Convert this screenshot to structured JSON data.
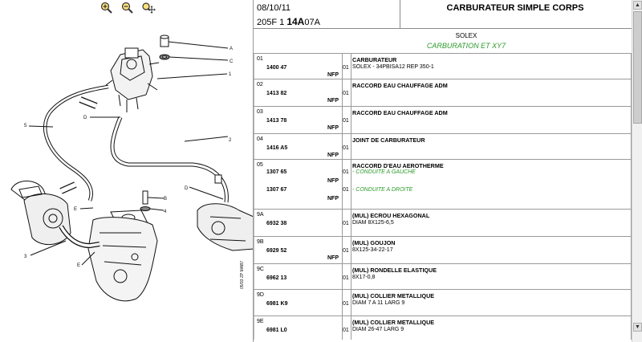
{
  "header": {
    "date": "08/10/11",
    "ref_prefix": "205F 1",
    "ref_bold": "14A",
    "ref_suffix": "07A",
    "title": "CARBURATEUR SIMPLE CORPS",
    "brand": "SOLEX",
    "subsection": "CARBURATION ET XY7"
  },
  "toolbar": {
    "zoom_in_icon": "zoom-in-icon",
    "zoom_out_icon": "zoom-out-icon",
    "pan_icon": "zoom-pan-icon"
  },
  "diagram": {
    "callouts": [
      "A",
      "C",
      "1",
      "D",
      "2",
      "B",
      "4",
      "D",
      "5",
      "E",
      "3",
      "E"
    ],
    "stamp": "05/93 ZP MAB7"
  },
  "rows": [
    {
      "num": "01",
      "ref": "1400 47",
      "nfp": "NFP",
      "qty": "01",
      "title": "CARBURATEUR",
      "sub": "SOLEX - 34PBISA12 REP 350-1",
      "variants": []
    },
    {
      "num": "02",
      "ref": "1413 82",
      "nfp": "NFP",
      "qty": "01",
      "title": "RACCORD EAU CHAUFFAGE ADM",
      "sub": "",
      "variants": []
    },
    {
      "num": "03",
      "ref": "1413 78",
      "nfp": "NFP",
      "qty": "01",
      "title": "RACCORD EAU CHAUFFAGE ADM",
      "sub": "",
      "variants": []
    },
    {
      "num": "04",
      "ref": "1416 A5",
      "nfp": "NFP",
      "qty": "01",
      "title": "JOINT DE CARBURATEUR",
      "sub": "",
      "variants": []
    },
    {
      "num": "05",
      "ref": "",
      "nfp": "",
      "qty": "",
      "title": "RACCORD D'EAU AEROTHERME",
      "sub": "",
      "variants": [
        {
          "ref": "1307 65",
          "nfp": "NFP",
          "qty": "01",
          "label": "- CONDUITE A GAUCHE"
        },
        {
          "ref": "1307 67",
          "nfp": "NFP",
          "qty": "01",
          "label": "- CONDUITE A DROITE"
        }
      ]
    },
    {
      "num": "9A",
      "ref": "6932 38",
      "nfp": "",
      "qty": "01",
      "title": "(MUL) ECROU HEXAGONAL",
      "sub": "DIAM 8X125-6,5",
      "variants": []
    },
    {
      "num": "9B",
      "ref": "6929 52",
      "nfp": "NFP",
      "qty": "01",
      "title": "(MUL) GOUJON",
      "sub": "8X125-34-22-17",
      "variants": []
    },
    {
      "num": "9C",
      "ref": "6962 13",
      "nfp": "",
      "qty": "01",
      "title": "(MUL) RONDELLE ELASTIQUE",
      "sub": "8X17-0,8",
      "variants": []
    },
    {
      "num": "9D",
      "ref": "6981 K9",
      "nfp": "",
      "qty": "01",
      "title": "(MUL) COLLIER METALLIQUE",
      "sub": "DIAM 7 A 11 LARG 9",
      "variants": []
    },
    {
      "num": "9E",
      "ref": "6981 L0",
      "nfp": "",
      "qty": "01",
      "title": "(MUL) COLLIER METALLIQUE",
      "sub": "DIAM 26-47 LARG 9",
      "variants": []
    }
  ]
}
